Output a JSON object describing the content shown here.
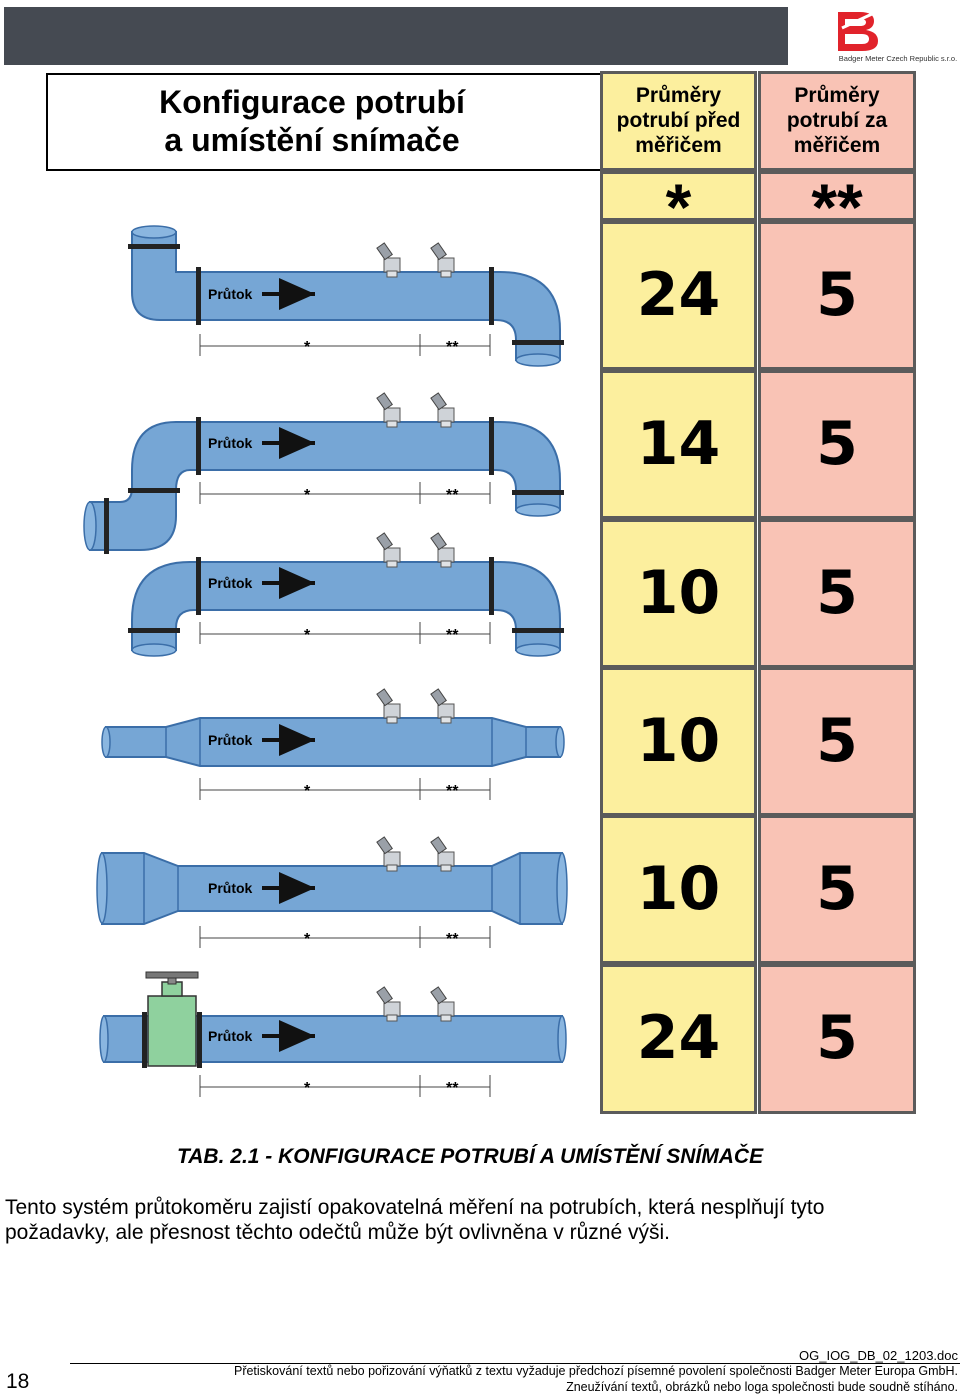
{
  "logo": {
    "name": "badger-meter-logo",
    "text": "Badger Meter Czech Republic s.r.o."
  },
  "table": {
    "title": "Konfigurace potrubí\na umístění snímače",
    "col_before": {
      "header": "Průměry\npotrubí před\nměřičem",
      "mark": "*"
    },
    "col_after": {
      "header": "Průměry\npotrubí za\nměřičem",
      "mark": "**"
    },
    "rows": [
      {
        "config": "elbows-out-of-plane",
        "before": "24",
        "after": "5"
      },
      {
        "config": "elbows-in-plane",
        "before": "14",
        "after": "5"
      },
      {
        "config": "elbows-both-down",
        "before": "10",
        "after": "5"
      },
      {
        "config": "reducer",
        "before": "10",
        "after": "5"
      },
      {
        "config": "expander",
        "before": "10",
        "after": "5"
      },
      {
        "config": "valve",
        "before": "24",
        "after": "5"
      }
    ],
    "flow_label": "Průtok",
    "dim_before": "*",
    "dim_after": "**"
  },
  "colors": {
    "pipe": "#76a6d5",
    "pipe_dark": "#3b6ea8",
    "valve": "#8fd19e",
    "before_bg": "#fcef9e",
    "after_bg": "#f9c3b5",
    "header_bar": "#454a52"
  },
  "caption": "TAB. 2.1 - KONFIGURACE POTRUBÍ A UMÍSTĚNÍ SNÍMAČE",
  "body_text": "Tento systém průtokoměru zajistí opakovatelná měření na potrubích, která nesplňují tyto požadavky, ale přesnost těchto odečtů může být ovlivněna v různé výši.",
  "footer": {
    "doc_id": "OG_IOG_DB_02_1203.doc",
    "page": "18",
    "line1": "Přetiskování textů nebo pořizování výňatků z textu vyžaduje předchozí písemné povolení společnosti Badger Meter Europa GmbH.",
    "line2": "Zneužívání textů, obrázků nebo loga společnosti bude soudně stíháno."
  }
}
